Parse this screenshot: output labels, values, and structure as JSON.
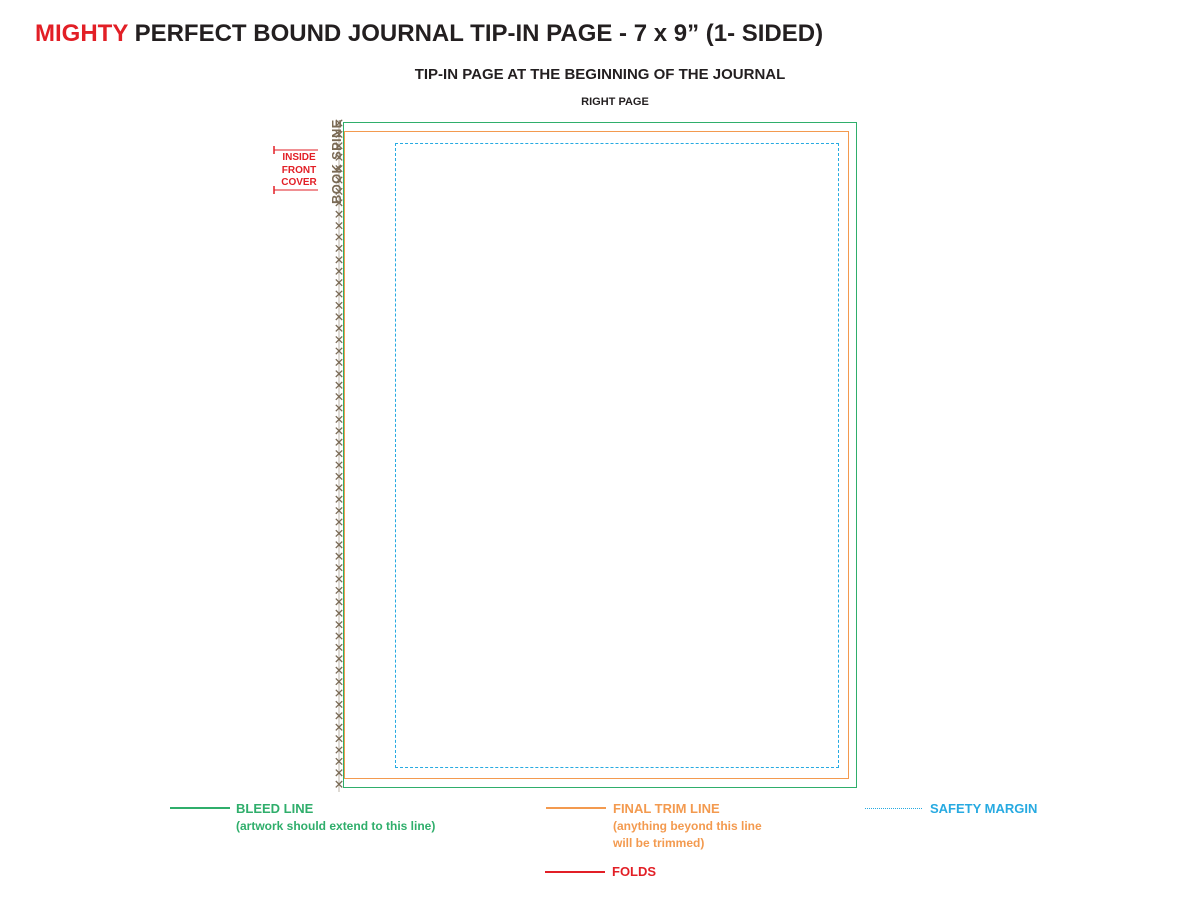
{
  "header": {
    "brand": "MIGHTY",
    "title": " PERFECT BOUND JOURNAL TIP-IN PAGE - 7 x 9”  (1- SIDED)",
    "subtitle": "TIP-IN PAGE AT THE BEGINNING OF THE JOURNAL",
    "page_label": "RIGHT PAGE"
  },
  "diagram": {
    "spine_label": "BOOK SPINE",
    "cover_label_lines": [
      "INSIDE",
      "FRONT",
      "COVER"
    ],
    "spine_mark_glyph": "×"
  },
  "legend": {
    "bleed_title": "BLEED LINE",
    "bleed_note": "(artwork should extend to this line)",
    "trim_title": "FINAL TRIM LINE",
    "trim_note_1": "(anything beyond this line",
    "trim_note_2": "will be trimmed)",
    "safety_title": "SAFETY MARGIN",
    "folds_title": "FOLDS"
  },
  "colors": {
    "brand_red": "#e21f26",
    "bleed_green": "#2fae6b",
    "trim_orange": "#f39a4f",
    "safety_blue": "#27aae1",
    "spine_brown": "#7a6a55",
    "text_dark": "#231f20"
  }
}
